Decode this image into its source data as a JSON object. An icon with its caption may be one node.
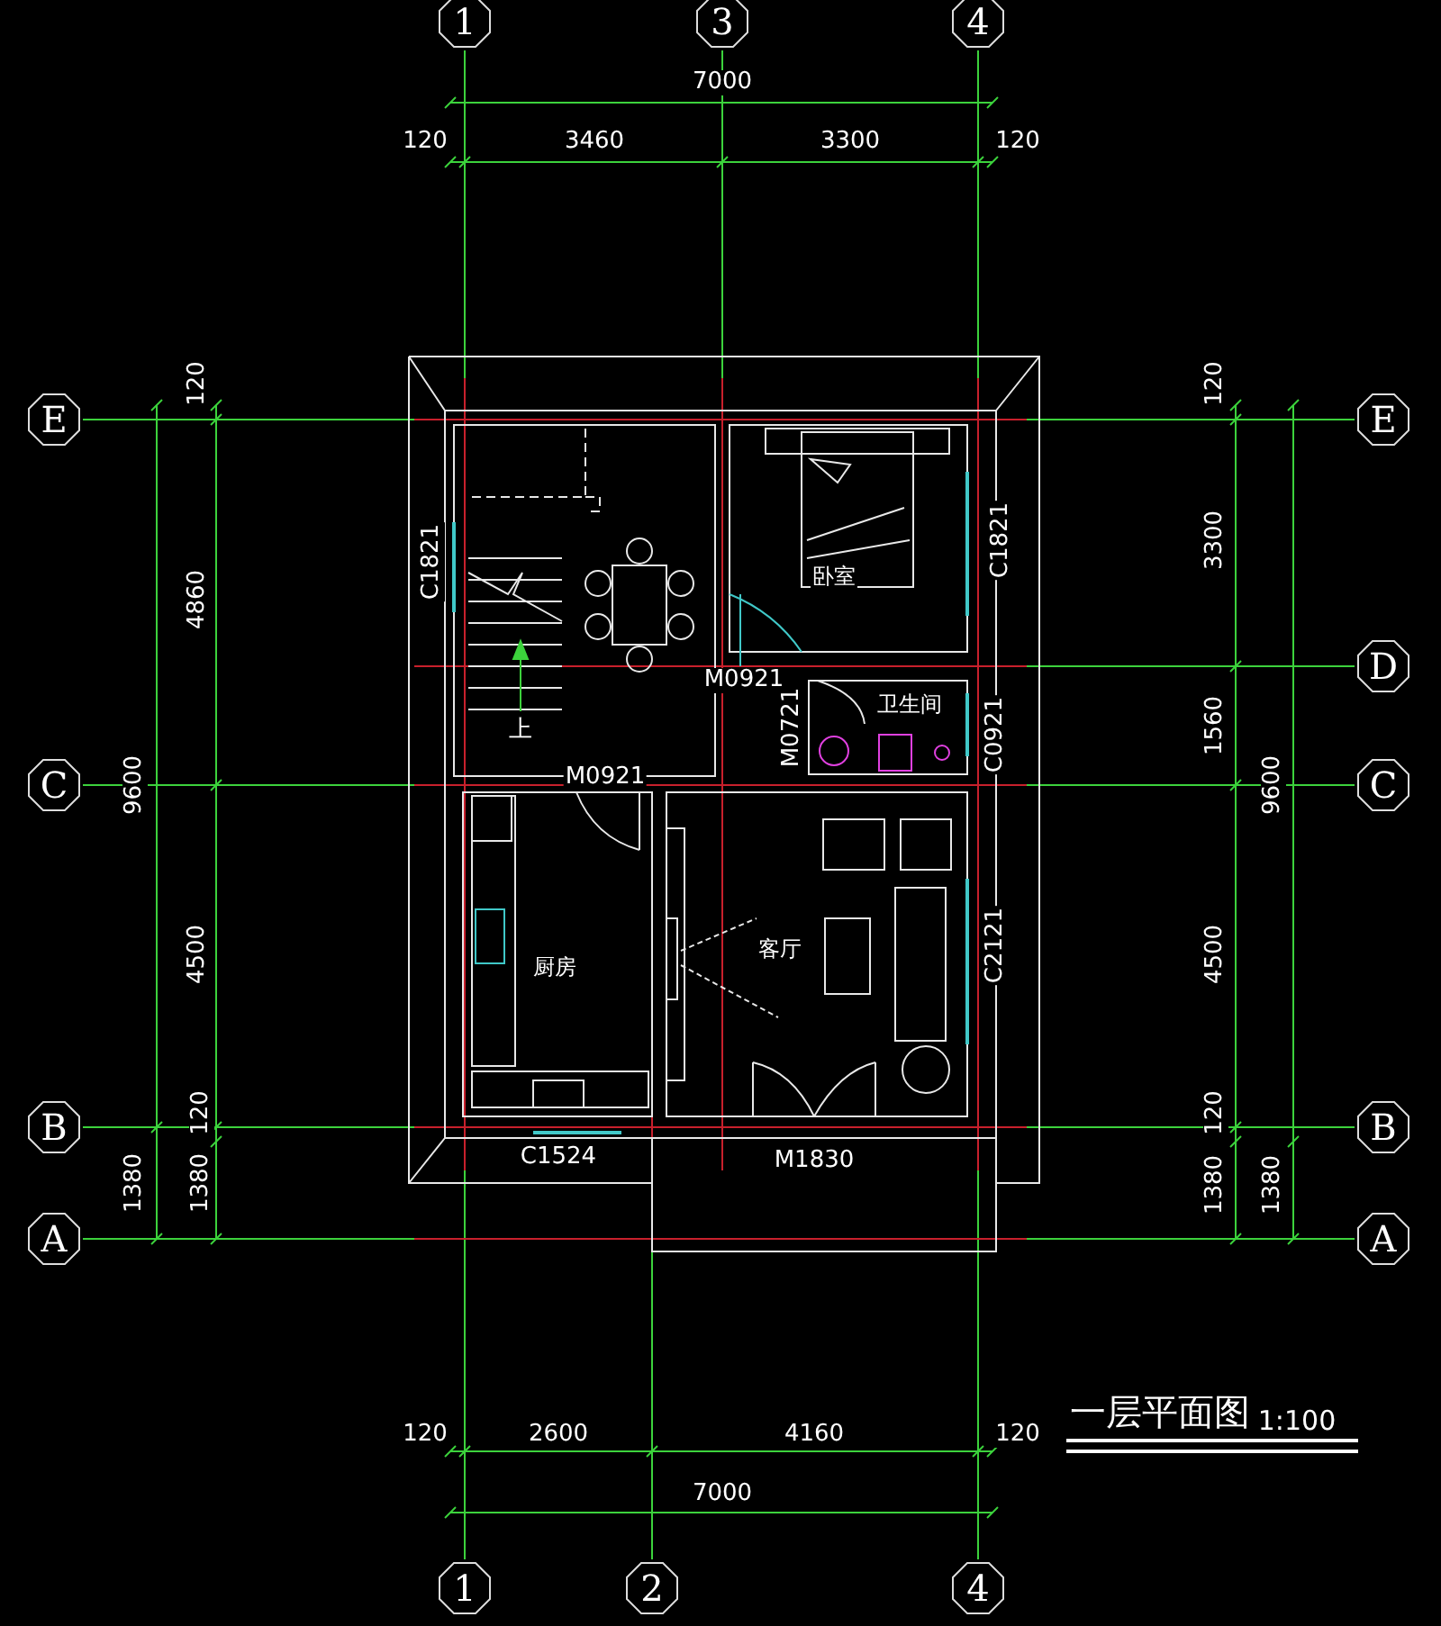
{
  "diagram": {
    "title": "一层平面图",
    "labels": [
      "1",
      "3",
      "4",
      "7000",
      "120",
      "3460",
      "3300",
      "120",
      "E",
      "120",
      "120",
      "E",
      "C1821",
      "卧室",
      "C1821",
      "4860",
      "3300",
      "D",
      "M0921",
      "M0721",
      "卫生间",
      "C0921",
      "上",
      "C",
      "9600",
      "M0921",
      "1560",
      "9600",
      "C",
      "4500",
      "厨房",
      "客厅",
      "C2121",
      "4500",
      "B",
      "120",
      "120",
      "B",
      "C1524",
      "M1830",
      "1380",
      "1380",
      "1380",
      "1380",
      "A",
      "A",
      "1:100",
      "120",
      "2600",
      "4160",
      "120",
      "7000",
      "1",
      "2",
      "4"
    ]
  }
}
